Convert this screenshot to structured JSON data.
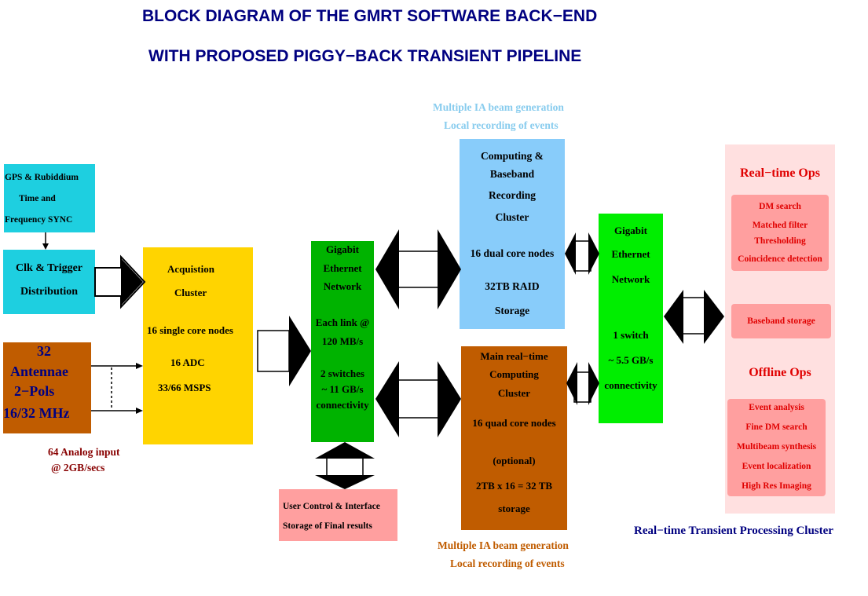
{
  "title": {
    "line1": "BLOCK DIAGRAM OF THE GMRT SOFTWARE BACK−END",
    "line2": "WITH PROPOSED PIGGY−BACK TRANSIENT PIPELINE"
  },
  "gps": {
    "lines": [
      "GPS & Rubiddium",
      "Time and",
      "Frequency SYNC"
    ]
  },
  "clk": {
    "lines": [
      "Clk & Trigger",
      "Distribution"
    ]
  },
  "antennae": {
    "lines": [
      "32",
      "Antennae",
      "2−Pols",
      "16/32 MHz"
    ]
  },
  "analog_input": {
    "lines": [
      "64 Analog input",
      "@ 2GB/secs"
    ]
  },
  "acquisition": {
    "lines": [
      "Acquistion",
      "Cluster",
      "16 single core nodes",
      "16 ADC",
      "33/66 MSPS"
    ]
  },
  "gigabit1": {
    "lines": [
      "Gigabit",
      "Ethernet",
      "Network",
      "Each link @",
      "120 MB/s",
      "2 switches",
      "~ 11 GB/s",
      "connectivity"
    ]
  },
  "user_control": {
    "lines": [
      "User Control & Interface",
      "Storage of Final results"
    ]
  },
  "top_caption": {
    "lines": [
      "Multiple IA beam generation",
      "Local recording of events"
    ]
  },
  "computing": {
    "lines": [
      "Computing &",
      "Baseband",
      "Recording",
      "Cluster",
      "16 dual core nodes",
      "32TB RAID",
      "Storage"
    ]
  },
  "realtime": {
    "lines": [
      "Main real−time",
      "Computing",
      "Cluster",
      "16 quad core nodes",
      "(optional)",
      "2TB x 16 = 32 TB",
      "storage"
    ]
  },
  "bottom_caption": {
    "lines": [
      "Multiple IA beam generation",
      "Local recording of events"
    ]
  },
  "gigabit2": {
    "lines": [
      "Gigabit",
      "Ethernet",
      "Network",
      "1 switch",
      "~ 5.5 GB/s",
      "connectivity"
    ]
  },
  "transient": {
    "realtime_ops": "Real−time Ops",
    "dm_items": [
      "DM search",
      "Matched filter",
      "Thresholding",
      "Coincidence detection"
    ],
    "baseband": "Baseband storage",
    "offline_ops": "Offline Ops",
    "offline_items": [
      "Event analysis",
      "Fine DM search",
      "Multibeam synthesis",
      "Event localization",
      "High Res Imaging"
    ],
    "cluster_label": "Real−time Transient Processing Cluster"
  },
  "colors": {
    "title": "#000080",
    "cyan": "#1ecfe0",
    "gold": "#ffd400",
    "brown": "#c05c00",
    "green": "#00b300",
    "light_blue": "#88ccfa",
    "pink_bg": "#ffe0e0",
    "pink_box": "#ff9f9f",
    "red_text": "#e00000",
    "dark_red": "#880000",
    "caption_blue": "#88ccee",
    "caption_brown": "#c05c00"
  }
}
